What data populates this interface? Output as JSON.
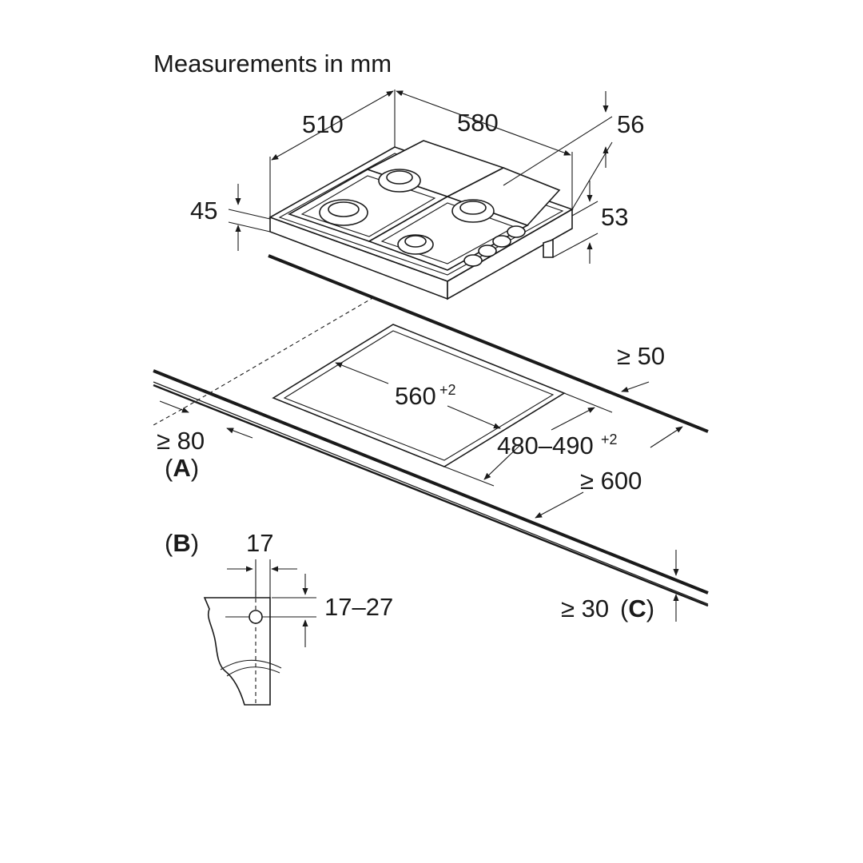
{
  "title": "Measurements in mm",
  "dimensions": {
    "hob_depth": "510",
    "hob_width": "580",
    "height_total": "56",
    "height_side": "45",
    "height_leg": "53",
    "cutout_width": "560",
    "cutout_width_tolerance": "+2",
    "cutout_depth": "480–490",
    "cutout_depth_tolerance": "+2",
    "rear_clearance": "≥ 50",
    "front_clearance": "≥ 80",
    "worktop_depth": "≥ 600",
    "worktop_thickness": "≥ 30"
  },
  "labels": {
    "a_open": "(",
    "a_letter": "A",
    "a_close": ")",
    "b_open": "(",
    "b_letter": "B",
    "b_close": ")",
    "c_open": "(",
    "c_letter": "C",
    "c_close": ")"
  },
  "detail_b": {
    "clip_width": "17",
    "clip_range": "17–27"
  }
}
